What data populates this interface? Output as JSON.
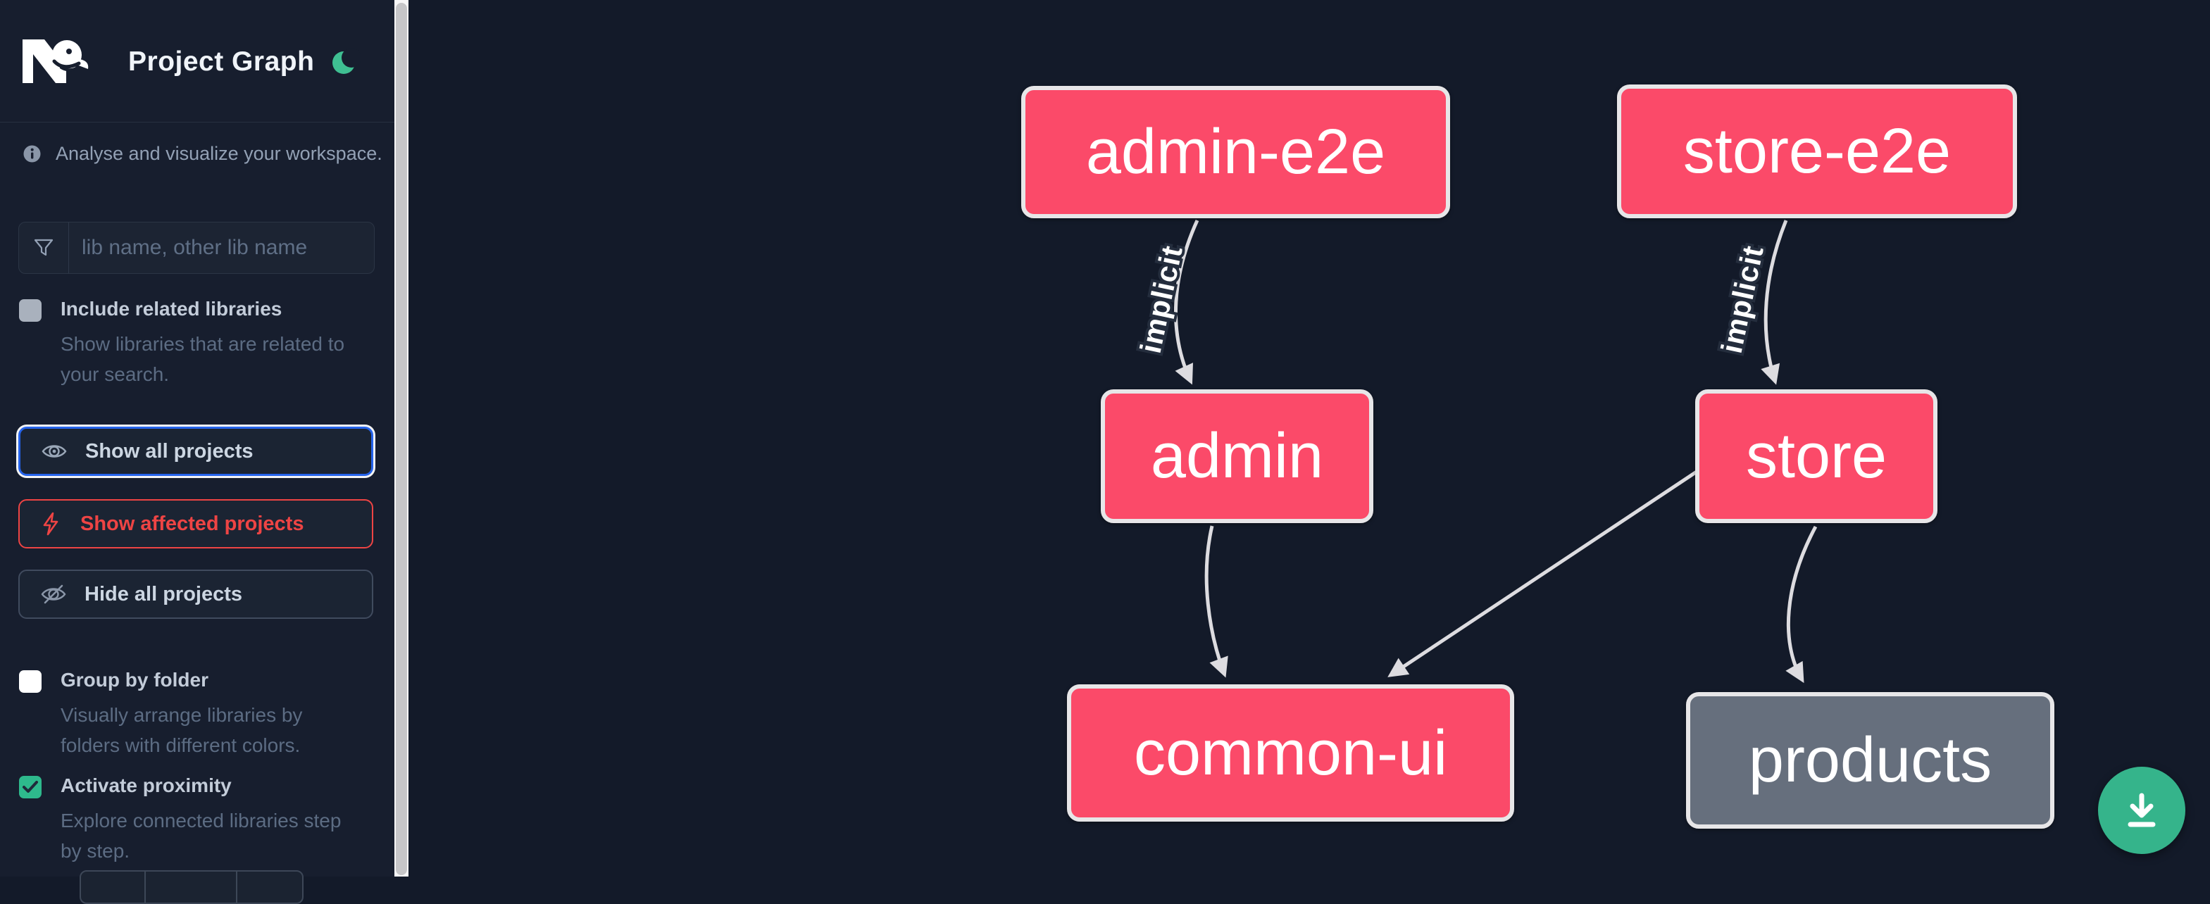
{
  "header": {
    "title": "Project Graph",
    "logo": "nx-logo",
    "theme_toggle_icon": "moon-icon",
    "moon_color": "#3fbf92"
  },
  "sidebar": {
    "tagline": "Analyse and visualize your workspace.",
    "search": {
      "placeholder": "lib name, other lib name",
      "icon": "funnel-icon",
      "value": ""
    },
    "include_related": {
      "label": "Include related libraries",
      "description": "Show libraries that are related to\nyour search.",
      "checked": false,
      "disabled": true
    },
    "actions": [
      {
        "label": "Show all projects",
        "icon": "eye-icon",
        "state": "focused",
        "accent": "#2563eb"
      },
      {
        "label": "Show affected projects",
        "icon": "bolt-icon",
        "state": "normal",
        "accent": "#ee4444"
      },
      {
        "label": "Hide all projects",
        "icon": "eye-off-icon",
        "state": "normal",
        "accent": "#404b5e"
      }
    ],
    "group_by_folder": {
      "label": "Group by folder",
      "description": "Visually arrange libraries by\nfolders with different colors.",
      "checked": false
    },
    "activate_proximity": {
      "label": "Activate proximity",
      "description": "Explore connected libraries step\nby step.",
      "checked": true,
      "checkbox_color": "#2eb98c"
    }
  },
  "graph": {
    "nodes": [
      {
        "id": "admin-e2e",
        "label": "admin-e2e",
        "color": "#fb4a69"
      },
      {
        "id": "store-e2e",
        "label": "store-e2e",
        "color": "#fb4a69"
      },
      {
        "id": "admin",
        "label": "admin",
        "color": "#fb4a69"
      },
      {
        "id": "store",
        "label": "store",
        "color": "#fb4a69"
      },
      {
        "id": "common-ui",
        "label": "common-ui",
        "color": "#fb4a69"
      },
      {
        "id": "products",
        "label": "products",
        "color": "#666f7d"
      }
    ],
    "edges": [
      {
        "source": "admin-e2e",
        "target": "admin",
        "label": "implicit"
      },
      {
        "source": "store-e2e",
        "target": "store",
        "label": "implicit"
      },
      {
        "source": "admin",
        "target": "common-ui",
        "label": ""
      },
      {
        "source": "store",
        "target": "common-ui",
        "label": ""
      },
      {
        "source": "store",
        "target": "products",
        "label": ""
      }
    ],
    "edge_color": "#dddce0",
    "node_border_color": "#e7e6e8"
  },
  "fab": {
    "icon": "download-icon",
    "color": "#35b48b"
  }
}
